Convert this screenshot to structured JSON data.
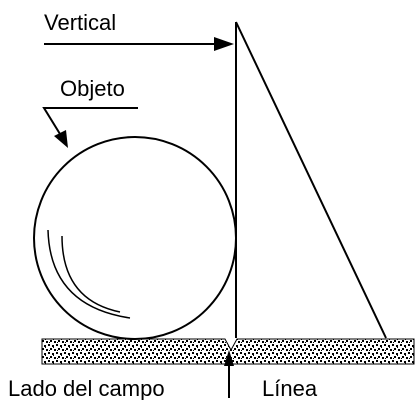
{
  "labels": {
    "vertical": "Vertical",
    "object": "Objeto",
    "field_side": "Lado del campo",
    "line": "Línea"
  },
  "colors": {
    "ink": "#000000",
    "background": "#ffffff",
    "ground_fill": "#ffffff"
  },
  "icons": {
    "ground_texture": "speckled-ground-pattern"
  }
}
